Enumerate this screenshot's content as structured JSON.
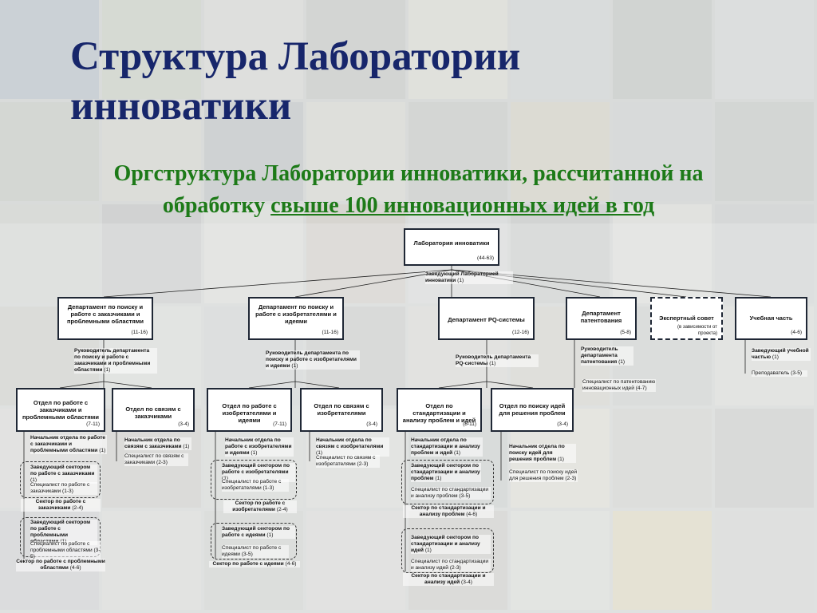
{
  "title_line1": "Структура Лаборатории",
  "title_line2": "инноватики",
  "subtitle_line1": "Оргструктура Лаборатории инноватики, рассчитанной на",
  "subtitle_prefix": "обработку ",
  "subtitle_emph": "свыше 100 инновационных идей в год",
  "root": {
    "label": "Лаборатория инноватики",
    "code": "(44-63)"
  },
  "head": {
    "label": "Заведующий Лабораторией инноватики",
    "count": "(1)"
  },
  "departments": [
    {
      "label": "Департамент по поиску и работе с заказчиками и проблемными областями",
      "code": "(11-16)"
    },
    {
      "label": "Департамент по поиску и работе с изобретателями и идеями",
      "code": "(11-16)"
    },
    {
      "label": "Департамент PQ-системы",
      "code": "(12-16)"
    },
    {
      "label": "Департамент патентования",
      "code": "(5-8)"
    },
    {
      "label": "Экспертный совет",
      "note": "(в зависимости от проекта)"
    },
    {
      "label": "Учебная часть",
      "code": "(4-6)"
    }
  ],
  "dept_heads": [
    {
      "label": "Руководитель департамента по поиску и работе с заказчиками и проблемными областями",
      "count": "(1)"
    },
    {
      "label": "Руководитель департамента по поиску и работе с изобретателями и идеями",
      "count": "(1)"
    },
    {
      "label": "Руководитель департамента PQ-системы",
      "count": "(1)"
    },
    {
      "label": "Руководитель департамента патентования",
      "count": "(1)"
    },
    {
      "label": "Заведующий учебной частью",
      "count": "(1)"
    }
  ],
  "dept_staff": [
    {
      "label": "Специалист по патентованию инновационных идей",
      "count": "(4-7)"
    },
    {
      "label": "Преподаватель",
      "count": "(3-5)"
    }
  ],
  "departments2": [
    {
      "label": "Отдел по работе с заказчиками и проблемными областями",
      "code": "(7-11)"
    },
    {
      "label": "Отдел по связям с заказчиками",
      "code": "(3-4)"
    },
    {
      "label": "Отдел по работе с изобретателями и идеями",
      "code": "(7-11)"
    },
    {
      "label": "Отдел по связям с изобретателями",
      "code": "(3-4)"
    },
    {
      "label": "Отдел по стандартизации и анализу проблем и идей",
      "code": "(8-11)"
    },
    {
      "label": "Отдел по поиску идей для решения проблем",
      "code": "(3-4)"
    }
  ],
  "col1": {
    "head": "Начальник отдела по работе с заказчиками и проблемными областями",
    "head_count": "(1)",
    "s1_head": "Заведующий сектором по работе с заказчиками",
    "s1_head_count": "(1)",
    "s1_spec": "Специалист по работе с заказчиками",
    "s1_spec_count": "(1-3)",
    "s1_name": "Сектор по работе с заказчиками",
    "s1_count": "(2-4)",
    "s2_head": "Заведующий сектором по работе с проблемными областями",
    "s2_head_count": "(1)",
    "s2_spec": "Специалист по работе с проблемными областями",
    "s2_spec_count": "(3-5)",
    "s2_name": "Сектор по работе с проблемными областями",
    "s2_count": "(4-6)"
  },
  "col2": {
    "head": "Начальник отдела по связям с заказчиками",
    "head_count": "(1)",
    "spec": "Специалист по связям с заказчиками",
    "spec_count": "(2-3)"
  },
  "col3": {
    "head": "Начальник отдела по работе с изобретателями и идеями",
    "head_count": "(1)",
    "s1_head": "Заведующий сектором по работе с изобретателями",
    "s1_head_count": "(1)",
    "s1_spec": "Специалист по работе с изобретателями",
    "s1_spec_count": "(1-3)",
    "s1_name": "Сектор по работе с изобретателями",
    "s1_count": "(2-4)",
    "s2_head": "Заведующий сектором по работе с идеями",
    "s2_head_count": "(1)",
    "s2_spec": "Специалист по работе с идеями",
    "s2_spec_count": "(3-5)",
    "s2_name": "Сектор по работе с идеями",
    "s2_count": "(4-6)"
  },
  "col4": {
    "head": "Начальник отдела по связям с изобретателями",
    "head_count": "(1)",
    "spec": "Специалист по связям с изобретателями",
    "spec_count": "(2-3)"
  },
  "col5": {
    "head": "Начальник отдела по стандартизации и анализу проблем и идей",
    "head_count": "(1)",
    "s1_head": "Заведующий сектором по стандартизации и анализу проблем",
    "s1_head_count": "(1)",
    "s1_spec": "Специалист по стандартизации и анализу проблем",
    "s1_spec_count": "(3-5)",
    "s1_name": "Сектор по стандартизации и анализу проблем",
    "s1_count": "(4-6)",
    "s2_head": "Заведующий сектором по стандартизации и анализу идей",
    "s2_head_count": "(1)",
    "s2_spec": "Специалист по стандартизации и анализу идей",
    "s2_spec_count": "(2-3)",
    "s2_name": "Сектор по стандартизации и анализу идей",
    "s2_count": "(3-4)"
  },
  "col6": {
    "head": "Начальник отдела по поиску идей для решения проблем",
    "head_count": "(1)",
    "spec": "Специалист по поиску идей для решения проблем",
    "spec_count": "(2-3)"
  }
}
